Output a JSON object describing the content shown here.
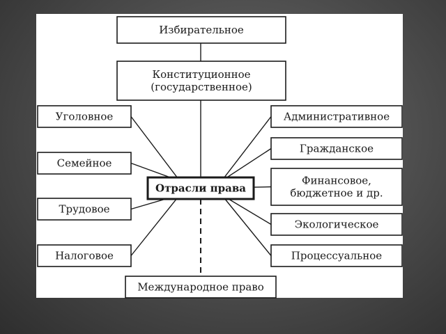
{
  "diagram": {
    "center": "Отрасли права",
    "top": [
      [
        "Избирательное"
      ],
      [
        "Конституционное",
        "(государственное)"
      ]
    ],
    "left": [
      [
        "Уголовное"
      ],
      [
        "Семейное"
      ],
      [
        "Трудовое"
      ],
      [
        "Налоговое"
      ]
    ],
    "right": [
      [
        "Административное"
      ],
      [
        "Гражданское"
      ],
      [
        "Финансовое,",
        "бюджетное и др."
      ],
      [
        "Экологическое"
      ],
      [
        "Процессуальное"
      ]
    ],
    "bottom": [
      [
        "Международное право"
      ]
    ]
  }
}
